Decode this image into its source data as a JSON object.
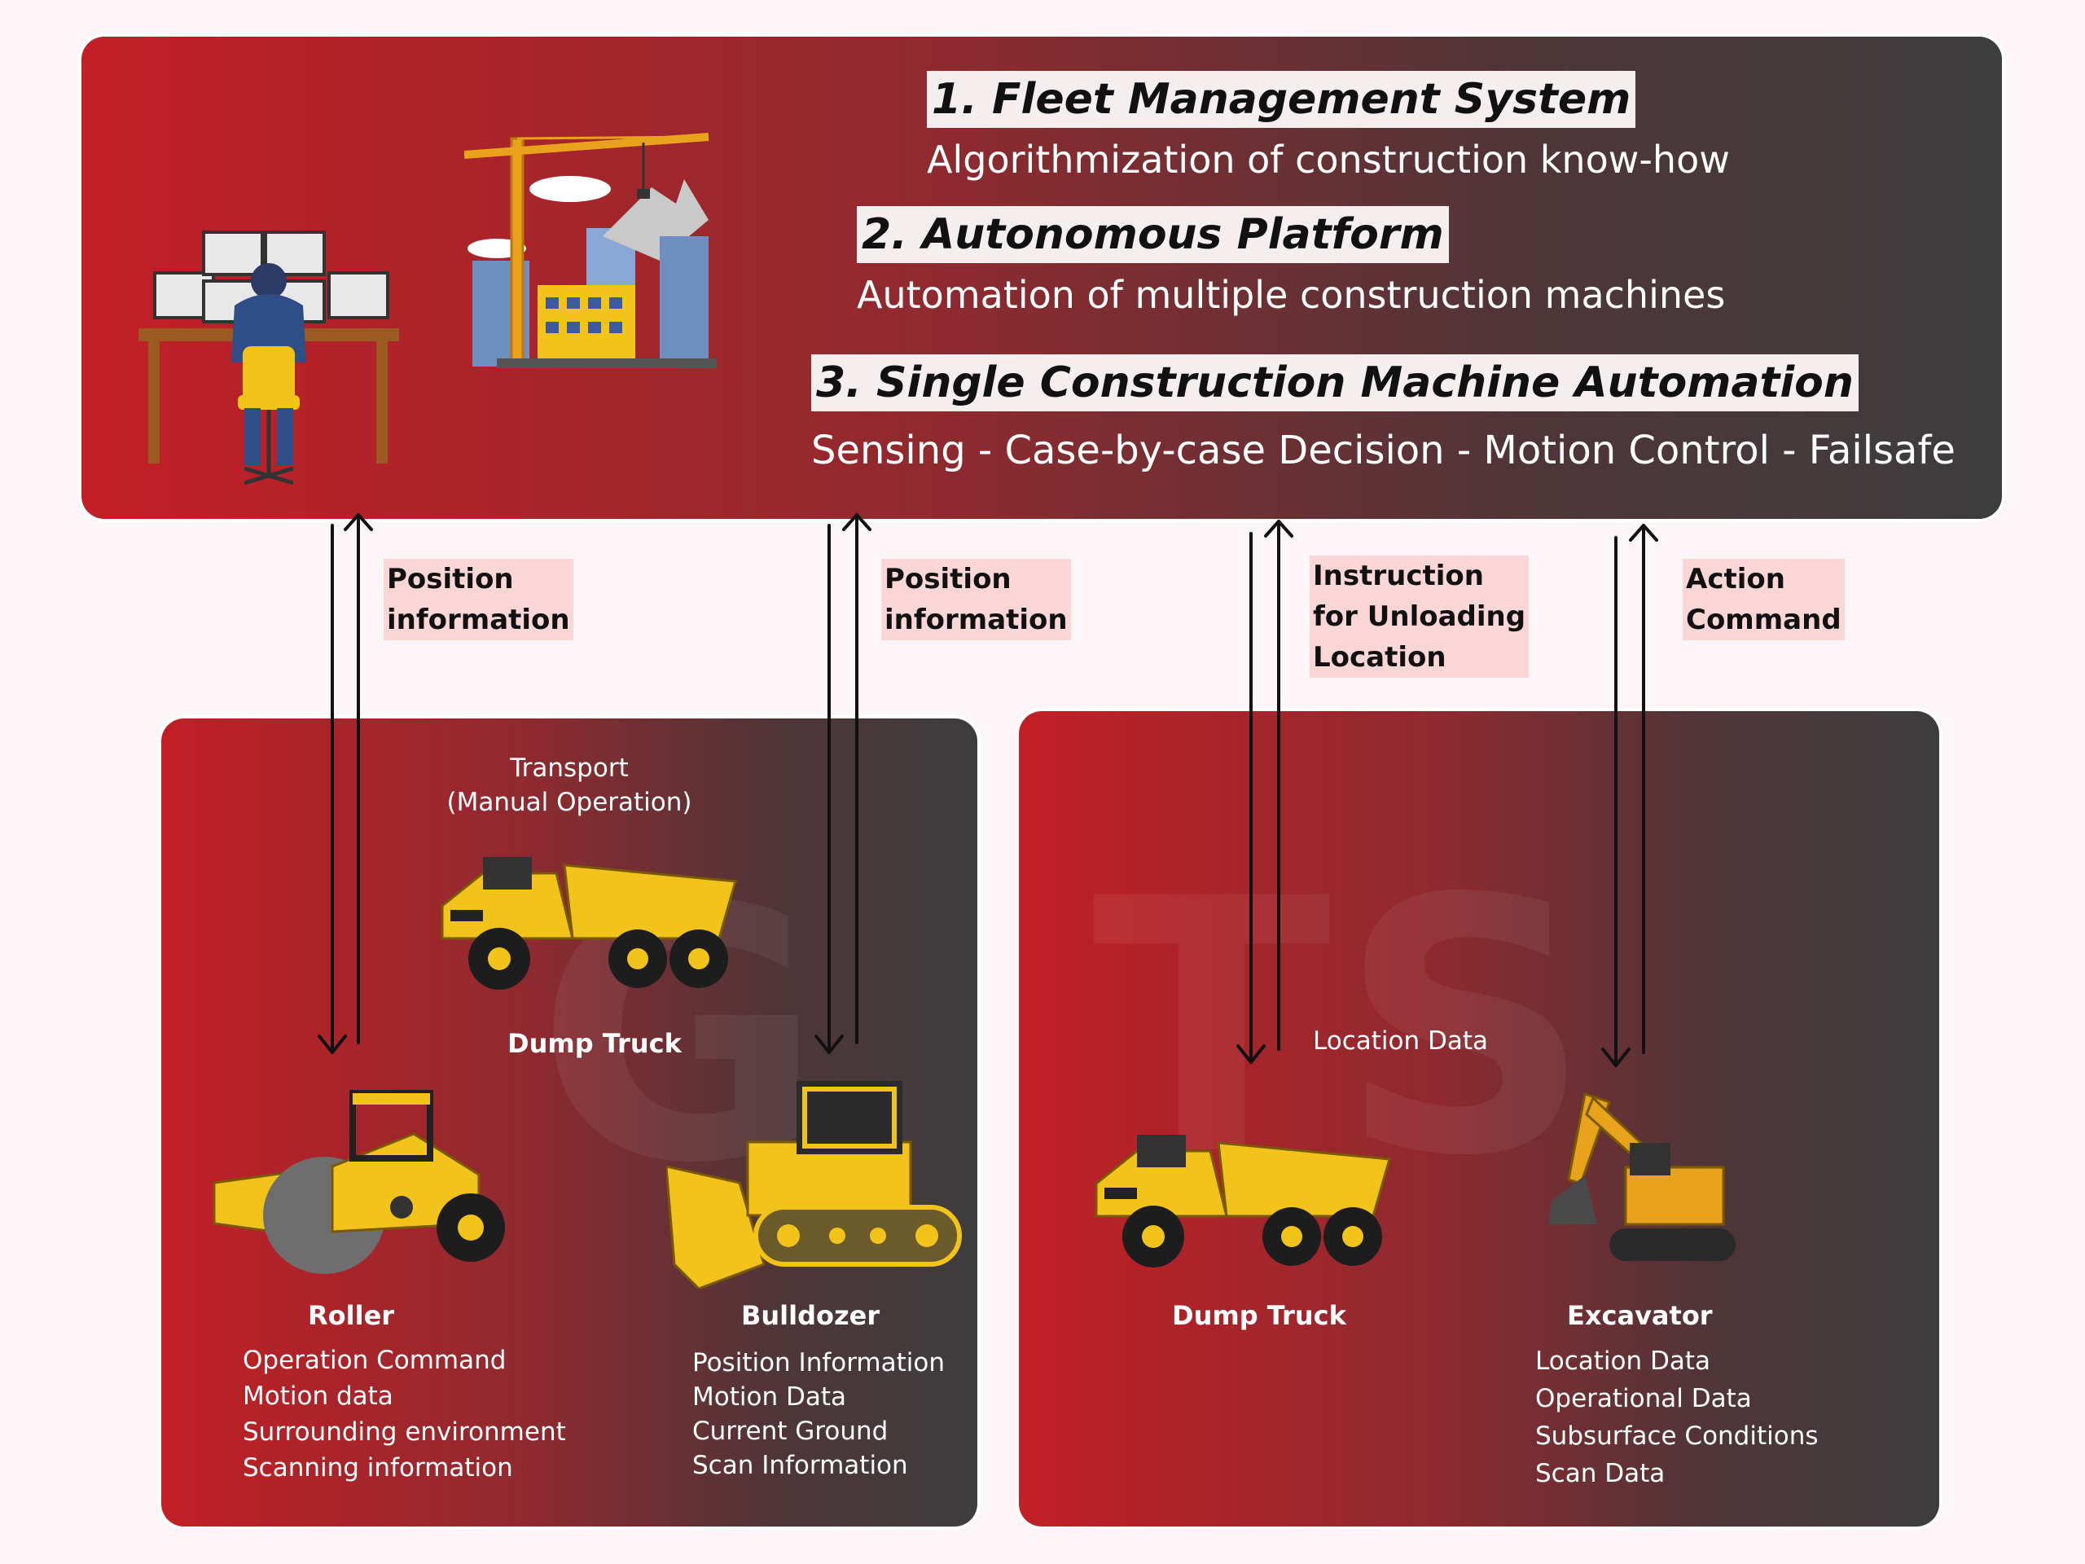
{
  "top": {
    "items": [
      {
        "heading": "1. Fleet Management System",
        "sub": "Algorithmization of construction know-how"
      },
      {
        "heading": "2. Autonomous Platform",
        "sub": "Automation of multiple construction machines"
      },
      {
        "heading": "3. Single Construction Machine Automation",
        "sub": "Sensing - Case-by-case Decision - Motion Control - Failsafe"
      }
    ]
  },
  "connections": [
    {
      "label_lines": [
        "Position",
        "information"
      ]
    },
    {
      "label_lines": [
        "Position",
        "information"
      ]
    },
    {
      "label_lines": [
        "Instruction",
        "for Unloading",
        "Location"
      ]
    },
    {
      "label_lines": [
        "Action",
        "Command"
      ]
    }
  ],
  "left": {
    "transport_lines": [
      "Transport",
      "(Manual Operation)"
    ],
    "dump_truck": "Dump Truck",
    "roller": {
      "name": "Roller",
      "lines": [
        "Operation Command",
        "Motion data",
        "Surrounding environment",
        "Scanning information"
      ]
    },
    "bulldozer": {
      "name": "Bulldozer",
      "lines": [
        "Position Information",
        "Motion Data",
        "Current Ground",
        "Scan Information"
      ]
    }
  },
  "right": {
    "location_data": "Location Data",
    "dump_truck": "Dump Truck",
    "excavator": {
      "name": "Excavator",
      "lines": [
        "Location Data",
        "Operational Data",
        "Subsurface Conditions",
        "Scan Data"
      ]
    }
  },
  "colors": {
    "panel_red": "#c21f26",
    "panel_dark": "#3d3d3e",
    "machine_yellow": "#f2c31b",
    "tag_pink": "#fbd6d6"
  }
}
